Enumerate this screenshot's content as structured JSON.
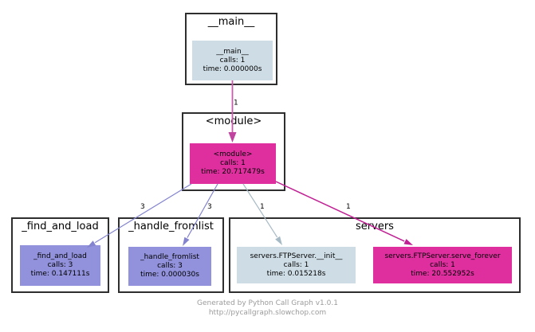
{
  "clusters": {
    "main": {
      "title": "__main__",
      "node": {
        "name": "__main__",
        "calls": "calls: 1",
        "time": "time: 0.000000s"
      }
    },
    "module": {
      "title": "<module>",
      "node": {
        "name": "<module>",
        "calls": "calls: 1",
        "time": "time: 20.717479s"
      }
    },
    "find_and_load": {
      "title": "_find_and_load",
      "node": {
        "name": "_find_and_load",
        "calls": "calls: 3",
        "time": "time: 0.147111s"
      }
    },
    "handle_fromlist": {
      "title": "_handle_fromlist",
      "node": {
        "name": "_handle_fromlist",
        "calls": "calls: 3",
        "time": "time: 0.000030s"
      }
    },
    "servers": {
      "title": "servers",
      "node_init": {
        "name": "servers.FTPServer.__init__",
        "calls": "calls: 1",
        "time": "time: 0.015218s"
      },
      "node_serve": {
        "name": "servers.FTPServer.serve_forever",
        "calls": "calls: 1",
        "time": "time: 20.552952s"
      }
    }
  },
  "edges": {
    "main_to_module": {
      "label": "1"
    },
    "module_to_find_and_load": {
      "label": "3"
    },
    "module_to_handle_fromlist": {
      "label": "3"
    },
    "module_to_init": {
      "label": "1"
    },
    "module_to_serve_forever": {
      "label": "1"
    }
  },
  "footer": {
    "line1": "Generated by Python Call Graph v1.0.1",
    "line2": "http://pycallgraph.slowchop.com"
  },
  "colors": {
    "node_fast": "#cedde5",
    "node_medium": "#9191dc",
    "node_hot": "#df2f9f",
    "edge_pink": "#cb5cab",
    "edge_purple": "#8383cf",
    "edge_gray": "#a6bac5",
    "edge_magenta": "#c02093",
    "cluster_border": "#2e2e2e",
    "footer_text": "#9b9b9b"
  }
}
